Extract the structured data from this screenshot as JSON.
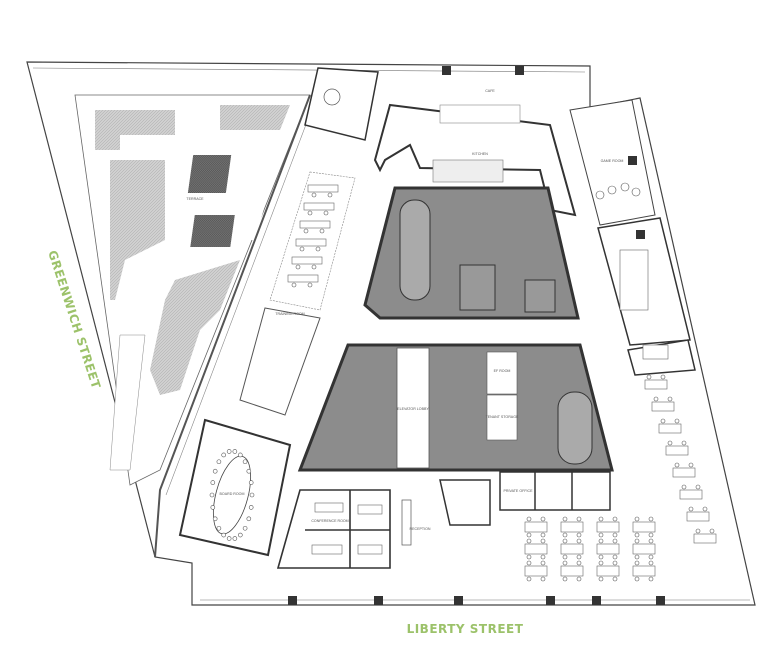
{
  "plan": {
    "streets": {
      "greenwich": "GREENWICH STREET",
      "liberty": "LIBERTY STREET"
    },
    "rooms": {
      "terrace": "TERRACE",
      "kitchen": "KITCHEN",
      "cafe": "CAFE",
      "elevator_lobby": "ELEVATOR LOBBY",
      "ef_room": "EF ROOM",
      "tenant_storage": "TENANT STORAGE",
      "reception": "RECEPTION",
      "board_room": "BOARD ROOM",
      "conference_room": "CONFERENCE ROOM",
      "private_office": "PRIVATE OFFICE",
      "game_room": "GAME ROOM",
      "training_room": "TRAINING ROOM"
    }
  },
  "colors": {
    "street_label": "#9cc26a",
    "core": "#8c8c8c",
    "wall": "#3a3a3a",
    "terrace_paving": "#c8c8c8"
  }
}
